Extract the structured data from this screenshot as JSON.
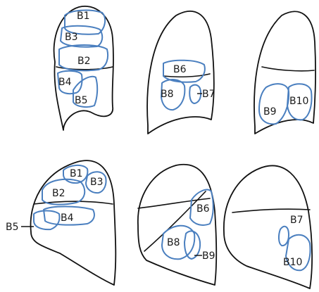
{
  "colors": {
    "outline": "#111111",
    "segment_stroke": "#4a7fbf",
    "background": "#ffffff"
  },
  "panels": [
    {
      "labels": [
        "B1",
        "B3",
        "B2",
        "B4",
        "B5"
      ]
    },
    {
      "labels": [
        "B6",
        "B8",
        "B7"
      ]
    },
    {
      "labels": [
        "B9",
        "B10"
      ]
    },
    {
      "labels": [
        "B1",
        "B3",
        "B2",
        "B4",
        "B5"
      ]
    },
    {
      "labels": [
        "B6",
        "B8",
        "B9"
      ]
    },
    {
      "labels": [
        "B7",
        "B10"
      ]
    }
  ]
}
